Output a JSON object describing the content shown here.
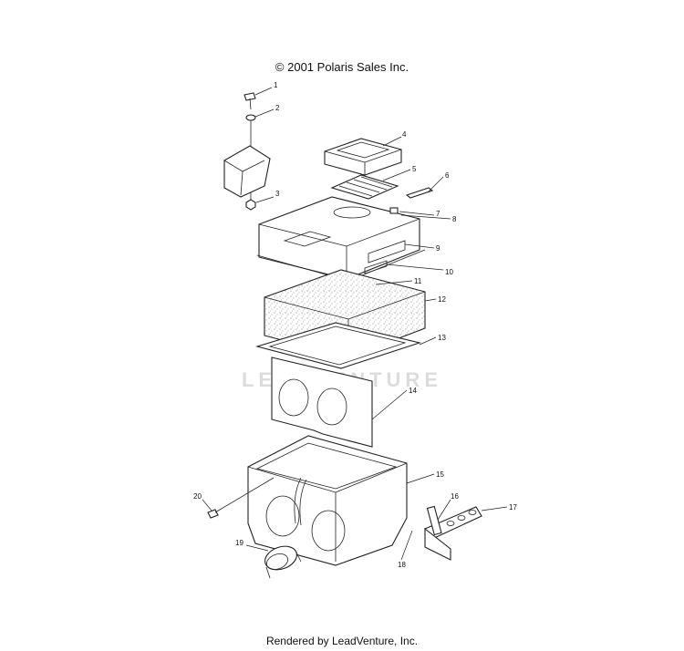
{
  "header": {
    "copyright": "© 2001 Polaris Sales Inc."
  },
  "watermark": {
    "text": "LEADVENTURE"
  },
  "footer": {
    "text": "Rendered by LeadVenture, Inc."
  },
  "callouts": [
    "1",
    "2",
    "3",
    "4",
    "5",
    "6",
    "7",
    "8",
    "9",
    "10",
    "11",
    "12",
    "13",
    "14",
    "15",
    "16",
    "17",
    "18",
    "19",
    "20"
  ]
}
